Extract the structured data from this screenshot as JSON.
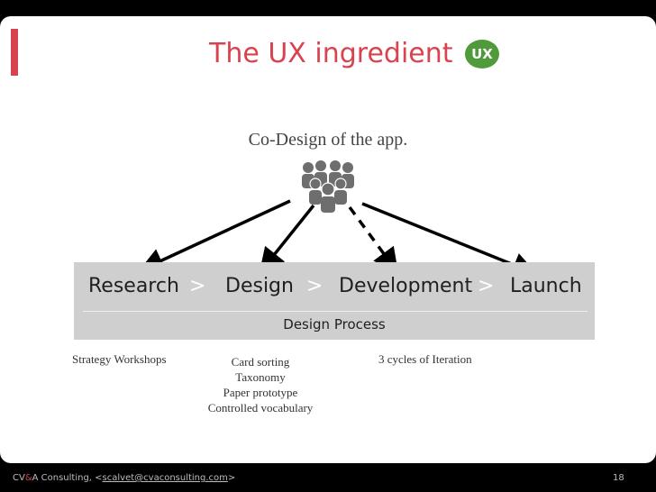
{
  "slide": {
    "title": "The UX ingredient",
    "badge": "UX",
    "subtitle": "Co-Design of the app.",
    "icons": {
      "group": "people-group-icon"
    },
    "colors": {
      "accent": "#d9434f",
      "badge": "#4f9a3a",
      "band": "#cfcfcf"
    }
  },
  "process": {
    "steps": [
      "Research",
      "Design",
      "Development",
      "Launch"
    ],
    "separator": ">",
    "label": "Design Process"
  },
  "notes": {
    "research": "Strategy Workshops",
    "design": [
      "Card sorting",
      "Taxonomy",
      "Paper prototype",
      "Controlled vocabulary"
    ],
    "development": "3 cycles of Iteration"
  },
  "footer": {
    "company_prefix": "CV",
    "company_amp": "&",
    "company_suffix": "A Consulting, <",
    "email": "scalvet@cvaconsulting.com",
    "email_close": ">",
    "page": "18"
  }
}
